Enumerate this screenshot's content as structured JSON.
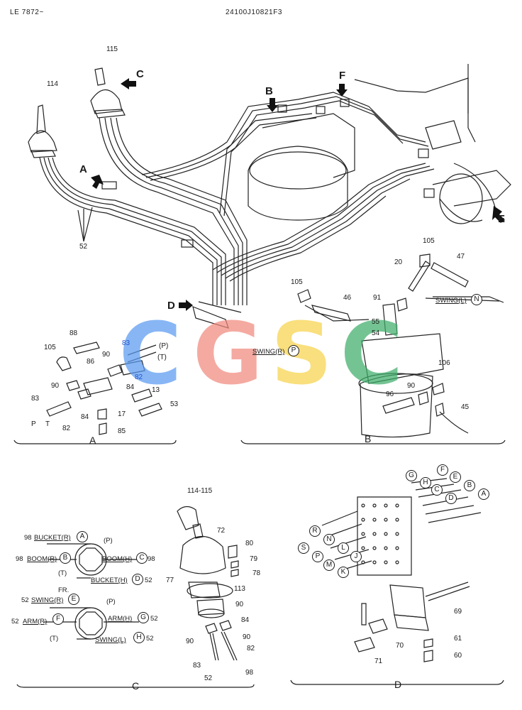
{
  "header": {
    "left": "LE 7872~",
    "center": "24100J10821F3"
  },
  "watermark": {
    "letters": [
      {
        "char": "C",
        "color": "#5b9bf2"
      },
      {
        "char": "G",
        "color": "#f08a7e"
      },
      {
        "char": "S",
        "color": "#f8d44c"
      },
      {
        "char": "C",
        "color": "#3fae6a"
      }
    ]
  },
  "top": {
    "view_letters": [
      "A",
      "B",
      "C",
      "D",
      "E",
      "F"
    ],
    "part_numbers": {
      "p114": "114",
      "p115": "115",
      "p52": "52"
    }
  },
  "section_a": {
    "title": "A",
    "parts": [
      "88",
      "105",
      "90",
      "86",
      "83",
      "84",
      "90",
      "83",
      "82",
      "84",
      "17",
      "85",
      "13",
      "53",
      "82"
    ],
    "labels": {
      "p": "(P)",
      "t": "(T)",
      "p_bottom": "P",
      "t_bottom": "T"
    }
  },
  "section_b": {
    "title": "B",
    "parts": [
      "105",
      "20",
      "47",
      "105",
      "91",
      "46",
      "55",
      "54",
      "106",
      "90",
      "96",
      "45"
    ],
    "swing_l": "SWING(L)",
    "swing_l_code": "N",
    "swing_r": "SWING(R)",
    "swing_r_code": "P"
  },
  "section_c": {
    "title": "C",
    "upper_pattern": {
      "bucket_r": "BUCKET(R)",
      "bucket_r_code": "A",
      "bucket_r_num": "98",
      "boom_r": "BOOM(R)",
      "boom_r_code": "B",
      "boom_r_num": "98",
      "boom_h": "BOOM(H)",
      "boom_h_code": "C",
      "boom_h_num": "98",
      "bucket_h": "BUCKET(H)",
      "bucket_h_code": "D",
      "bucket_h_num": "52",
      "p": "(P)",
      "t": "(T)",
      "fr": "FR."
    },
    "lower_pattern": {
      "swing_r": "SWING(R)",
      "swing_r_code": "E",
      "swing_r_num": "52",
      "arm_r": "ARM(R)",
      "arm_r_code": "F",
      "arm_r_num": "52",
      "arm_h": "ARM(H)",
      "arm_h_code": "G",
      "arm_h_num": "52",
      "swing_l": "SWING(L)",
      "swing_l_code": "H",
      "swing_l_num": "52",
      "p": "(P)",
      "t": "(T)"
    },
    "parts": [
      "114-115",
      "72",
      "80",
      "79",
      "78",
      "77",
      "113",
      "90",
      "84",
      "90",
      "90",
      "82",
      "83",
      "98",
      "52"
    ]
  },
  "section_d": {
    "title": "D",
    "letters_top": [
      "G",
      "F",
      "H",
      "E",
      "C",
      "B",
      "D",
      "A"
    ],
    "letters_left": [
      "R",
      "N",
      "S",
      "L",
      "P",
      "J",
      "M",
      "K"
    ],
    "parts": [
      "69",
      "70",
      "71",
      "61",
      "60"
    ]
  }
}
